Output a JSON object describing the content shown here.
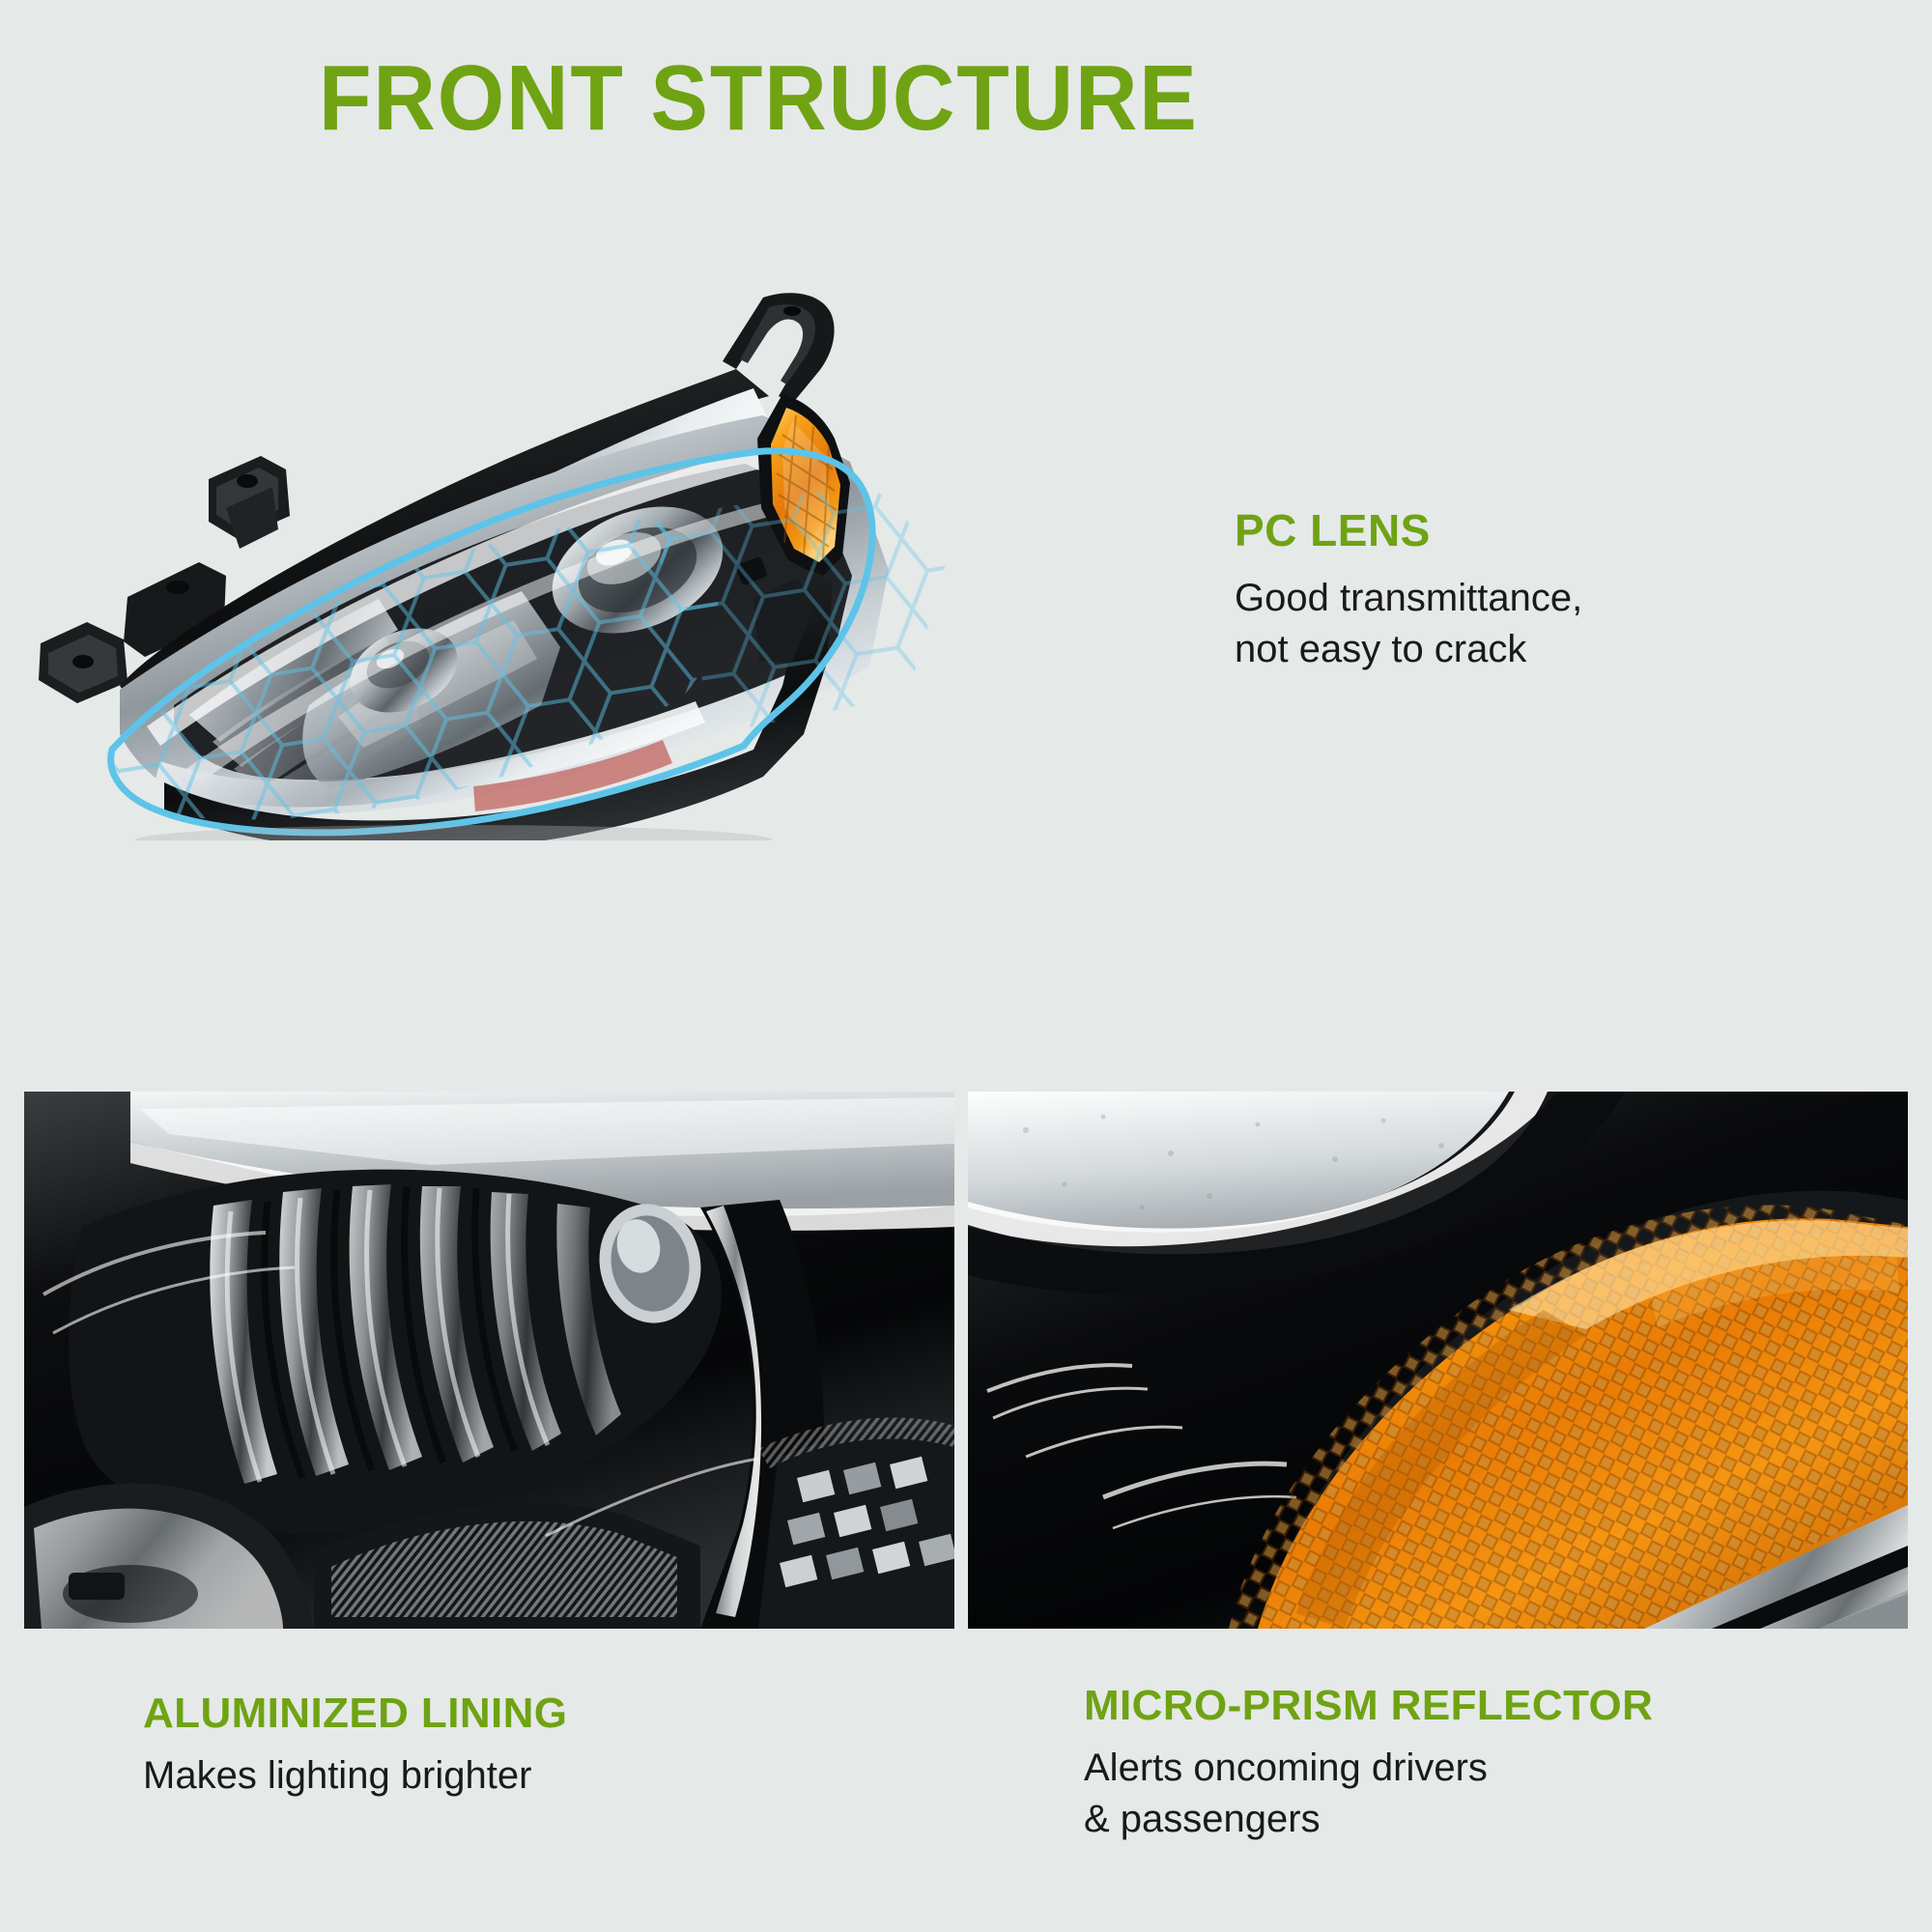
{
  "page": {
    "title": "FRONT STRUCTURE",
    "background_color": "#e5e9e8",
    "accent_color": "#6fa313",
    "body_text_color": "#1a1a1a",
    "highlight_outline_color": "#5ec3e8",
    "amber_color": "#f0920a"
  },
  "hero": {
    "photo_name": "headlight-assembly-photo",
    "overlay_name": "honeycomb-lens-overlay",
    "callout": {
      "heading": "PC LENS",
      "line1": "Good transmittance,",
      "line2": "not easy to crack"
    }
  },
  "panels": [
    {
      "photo_name": "aluminized-reflector-macro-photo",
      "heading": "ALUMINIZED LINING",
      "line1": "Makes lighting brighter",
      "line2": ""
    },
    {
      "photo_name": "micro-prism-reflector-macro-photo",
      "heading": "MICRO-PRISM REFLECTOR",
      "line1": "Alerts oncoming drivers",
      "line2": "& passengers"
    }
  ]
}
